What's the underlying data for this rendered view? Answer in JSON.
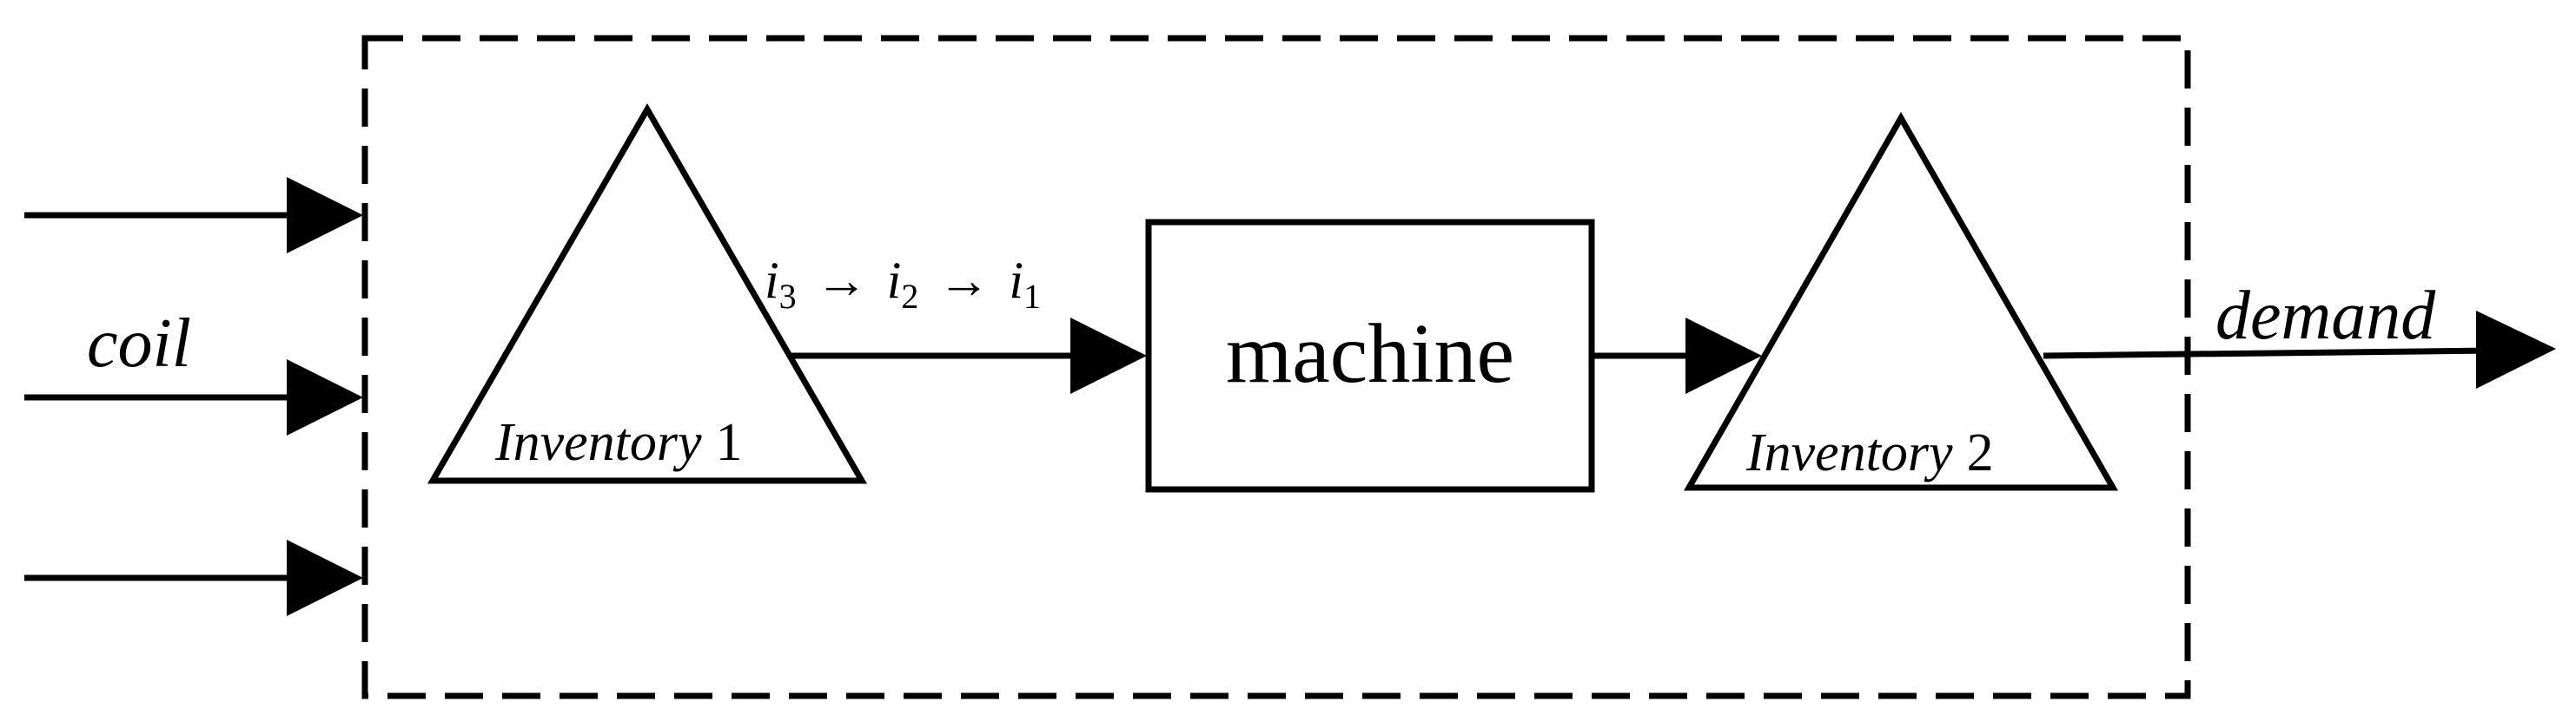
{
  "diagram": {
    "input_label": "coil",
    "inventory1_label_italic": "Inventory",
    "inventory1_label_num": "1",
    "sequence": {
      "a_var": "i",
      "a_sub": "3",
      "arrow1": "→",
      "b_var": "i",
      "b_sub": "2",
      "arrow2": "→",
      "c_var": "i",
      "c_sub": "1"
    },
    "machine_label": "machine",
    "inventory2_label_italic": "Inventory",
    "inventory2_label_num": "2",
    "output_label": "demand",
    "stroke_color": "#000000",
    "background_color": "#ffffff"
  }
}
